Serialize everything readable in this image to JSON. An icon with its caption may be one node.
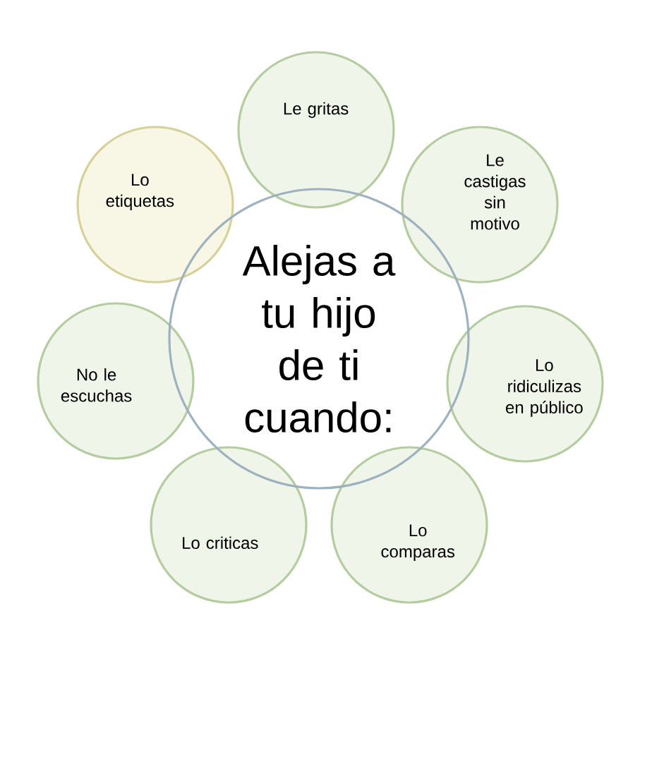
{
  "diagram": {
    "nodes": [
      {
        "text": [
          "Alejas a tu hijo de ti cuando:"
        ]
      },
      {
        "text": [
          "Le gritas"
        ]
      },
      {
        "text": [
          "Le castigas sin motivo"
        ]
      },
      {
        "text": [
          "Lo ridiculizas en público"
        ]
      },
      {
        "text": [
          "Lo comparas"
        ]
      },
      {
        "text": [
          "Lo criticas"
        ]
      },
      {
        "text": [
          "No le escuchas"
        ]
      },
      {
        "text": [
          "Lo etiquetas"
        ]
      }
    ]
  }
}
